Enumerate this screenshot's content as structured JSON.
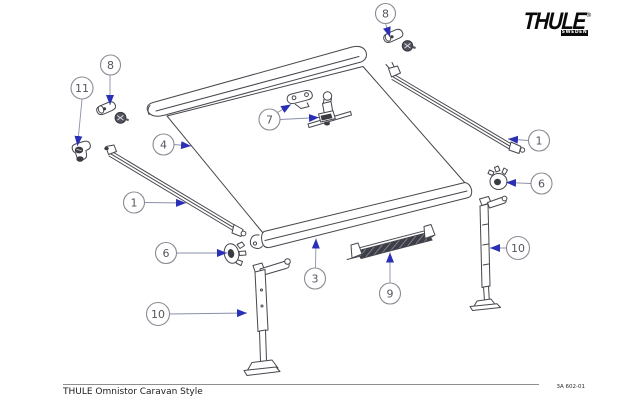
{
  "brand": {
    "logo_text": "THULE",
    "registered_mark": "®",
    "logo_sub_label": "SWEDEN"
  },
  "footer": {
    "product_title": "THULE Omnistor Caravan Style",
    "document_code": "3A 602-01"
  },
  "diagram": {
    "type": "exploded-parts-diagram",
    "colors": {
      "line": "#46464e",
      "leader": "#8a90aa",
      "arrow": "#2b2fb5",
      "callout_stroke": "#8a8a94",
      "dark_fill": "#3b3b44"
    },
    "callouts": [
      {
        "id": "8-top",
        "label": "8"
      },
      {
        "id": "8-left",
        "label": "8"
      },
      {
        "id": "11-left",
        "label": "11"
      },
      {
        "id": "4-left",
        "label": "4"
      },
      {
        "id": "1-left",
        "label": "1"
      },
      {
        "id": "6-left",
        "label": "6"
      },
      {
        "id": "10-left",
        "label": "10"
      },
      {
        "id": "7-center",
        "label": "7"
      },
      {
        "id": "3-center",
        "label": "3"
      },
      {
        "id": "9-center",
        "label": "9"
      },
      {
        "id": "1-right",
        "label": "1"
      },
      {
        "id": "6-right",
        "label": "6"
      },
      {
        "id": "10-right",
        "label": "10"
      }
    ]
  }
}
